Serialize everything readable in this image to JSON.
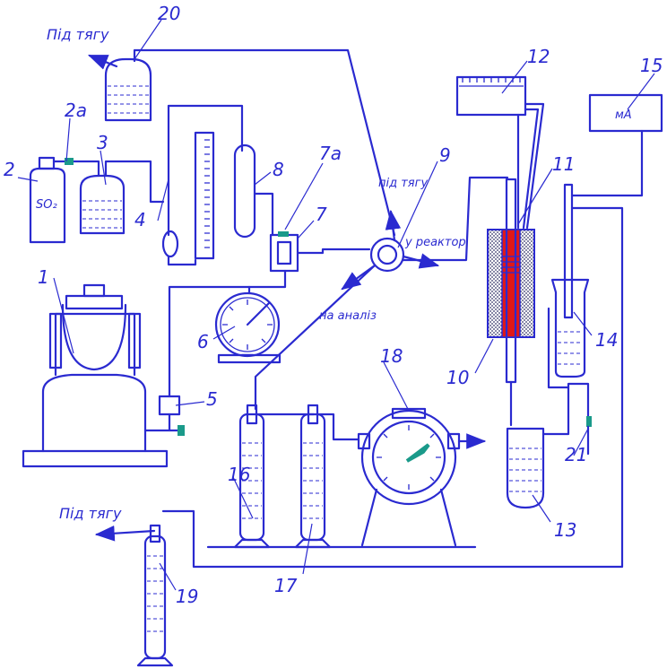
{
  "labels": {
    "n1": "1",
    "n2": "2",
    "n2a": "2а",
    "n3": "3",
    "n4": "4",
    "n5": "5",
    "n6": "6",
    "n7": "7",
    "n7a": "7а",
    "n8": "8",
    "n9": "9",
    "n10": "10",
    "n11": "11",
    "n12": "12",
    "n13": "13",
    "n14": "14",
    "n15": "15",
    "n16": "16",
    "n17": "17",
    "n18": "18",
    "n19": "19",
    "n20": "20",
    "n21": "21"
  },
  "captions": {
    "draft_top": "Під тягу",
    "draft_mid": "під тягу",
    "draft_bottom": "Під тягу",
    "to_reactor": "у реактор",
    "to_analysis": "на аналіз",
    "cylinder_gas": "SO₂",
    "meter": "мА"
  },
  "colors": {
    "line": "#2a2ad0",
    "heater_core": "#e01818",
    "valve": "#1a9a8a"
  }
}
